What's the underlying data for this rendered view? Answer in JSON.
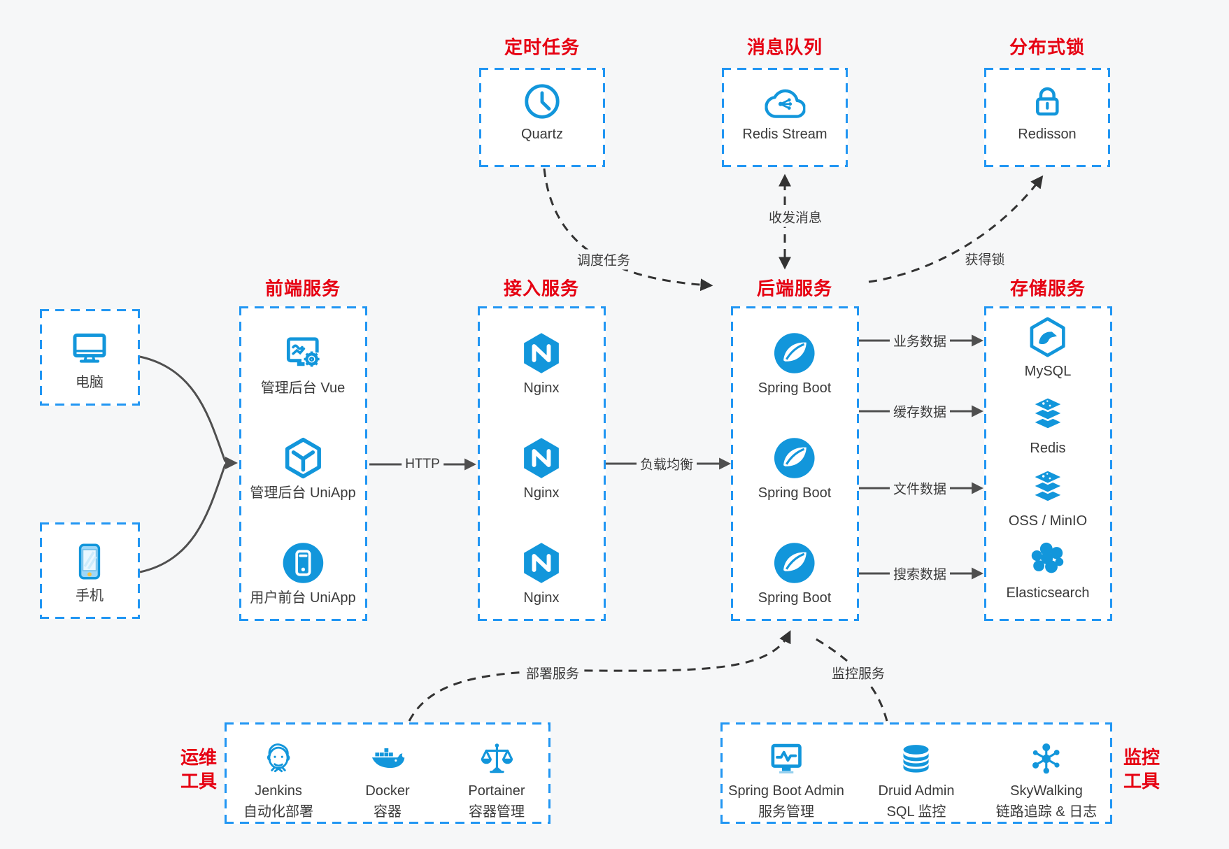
{
  "colors": {
    "accent_blue": "#2196f3",
    "icon_blue": "#1296db",
    "title_red": "#e60012",
    "solid_line": "#4f4f4f",
    "dashed_line": "#333333",
    "canvas_bg": "#f6f7f8"
  },
  "top_groups": [
    {
      "title": "定时任务",
      "node": {
        "label": "Quartz",
        "icon": "clock-icon"
      }
    },
    {
      "title": "消息队列",
      "node": {
        "label": "Redis Stream",
        "icon": "cloud-network-icon"
      }
    },
    {
      "title": "分布式锁",
      "node": {
        "label": "Redisson",
        "icon": "lock-icon"
      }
    }
  ],
  "clients": [
    {
      "label": "电脑",
      "icon": "desktop-icon"
    },
    {
      "label": "手机",
      "icon": "mobile-icon"
    }
  ],
  "columns": [
    {
      "title": "前端服务",
      "nodes": [
        {
          "label": "管理后台 Vue",
          "icon": "admin-screen-gear-icon"
        },
        {
          "label": "管理后台 UniApp",
          "icon": "cube-icon"
        },
        {
          "label": "用户前台 UniApp",
          "icon": "app-circle-icon"
        }
      ]
    },
    {
      "title": "接入服务",
      "nodes": [
        {
          "label": "Nginx",
          "icon": "nginx-icon"
        },
        {
          "label": "Nginx",
          "icon": "nginx-icon"
        },
        {
          "label": "Nginx",
          "icon": "nginx-icon"
        }
      ]
    },
    {
      "title": "后端服务",
      "nodes": [
        {
          "label": "Spring Boot",
          "icon": "spring-leaf-icon"
        },
        {
          "label": "Spring Boot",
          "icon": "spring-leaf-icon"
        },
        {
          "label": "Spring Boot",
          "icon": "spring-leaf-icon"
        }
      ]
    },
    {
      "title": "存储服务",
      "nodes": [
        {
          "label": "MySQL",
          "icon": "mysql-dolphin-icon"
        },
        {
          "label": "Redis",
          "icon": "redis-stack-icon"
        },
        {
          "label": "OSS / MinIO",
          "icon": "storage-stack-icon"
        },
        {
          "label": "Elasticsearch",
          "icon": "elasticsearch-icon"
        }
      ]
    }
  ],
  "edges": {
    "http": "HTTP",
    "load_balance": "负载均衡",
    "schedule": "调度任务",
    "send_receive": "收发消息",
    "acquire_lock": "获得锁",
    "business": "业务数据",
    "cache": "缓存数据",
    "file": "文件数据",
    "search": "搜索数据",
    "deploy": "部署服务",
    "monitor": "监控服务"
  },
  "bottom_groups": [
    {
      "side_label_top": "运维",
      "side_label_bottom": "工具",
      "nodes": [
        {
          "label": "Jenkins",
          "sublabel": "自动化部署",
          "icon": "jenkins-icon"
        },
        {
          "label": "Docker",
          "sublabel": "容器",
          "icon": "docker-whale-icon"
        },
        {
          "label": "Portainer",
          "sublabel": "容器管理",
          "icon": "scales-icon"
        }
      ]
    },
    {
      "side_label_top": "监控",
      "side_label_bottom": "工具",
      "nodes": [
        {
          "label": "Spring Boot Admin",
          "sublabel": "服务管理",
          "icon": "monitor-pulse-icon"
        },
        {
          "label": "Druid Admin",
          "sublabel": "SQL 监控",
          "icon": "database-icon"
        },
        {
          "label": "SkyWalking",
          "sublabel": "链路追踪 & 日志",
          "icon": "topology-icon"
        }
      ]
    }
  ]
}
